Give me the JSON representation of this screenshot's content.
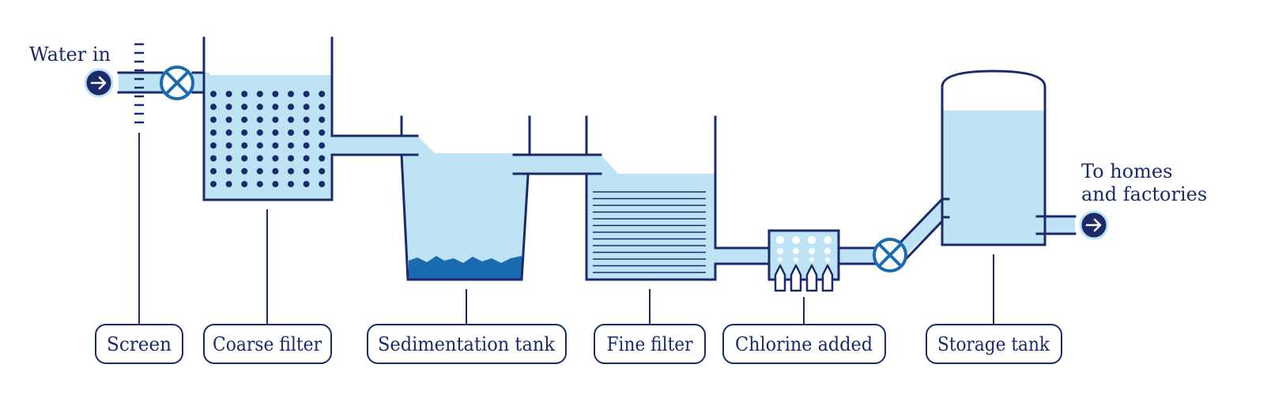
{
  "inlet": {
    "label": "Water in"
  },
  "outlet": {
    "line1": "To homes",
    "line2": "and factories"
  },
  "stages": [
    {
      "label": "Screen"
    },
    {
      "label": "Coarse filter"
    },
    {
      "label": "Sedimentation tank"
    },
    {
      "label": "Fine filter"
    },
    {
      "label": "Chlorine added"
    },
    {
      "label": "Storage tank"
    }
  ],
  "colors": {
    "outline": "#1b2a6b",
    "water": "#bde3f5",
    "sediment": "#1a6bb0",
    "valve": "#1a6bb0"
  },
  "icons": [
    "arrow-right-circle-icon",
    "valve-icon"
  ]
}
